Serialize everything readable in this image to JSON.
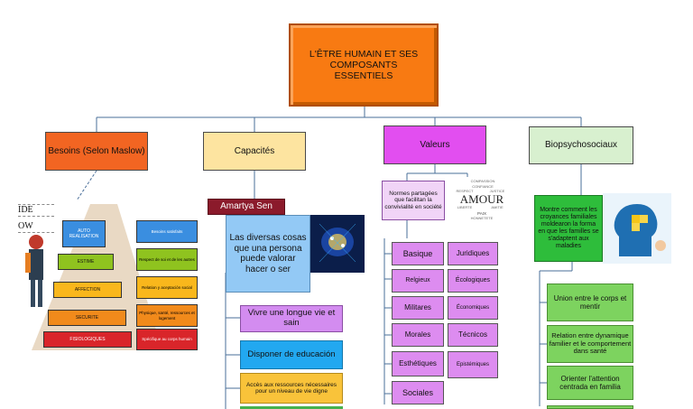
{
  "root": {
    "title": "L'ÊTRE HUMAIN ET SES COMPOSANTS ESSENTIELS",
    "color": "#f87a12"
  },
  "categories": {
    "besoins": {
      "label": "Besoins (Selon Maslow)",
      "color": "#f26522"
    },
    "capacites": {
      "label": "Capacités",
      "color": "#fde4a0"
    },
    "valeurs": {
      "label": "Valeurs",
      "color": "#e24ef0"
    },
    "bio": {
      "label": "Biopsychosociaux",
      "color": "#d8f0cf"
    }
  },
  "maslow": {
    "fragment_1": "IDE",
    "fragment_2": "OW",
    "levels": [
      {
        "name": "AUTO REALISATION",
        "desc": "Besoins satisfaits",
        "color": "#3a8ee0"
      },
      {
        "name": "ESTIME",
        "desc": "Respect de soi et de les autres",
        "color": "#8fc31f"
      },
      {
        "name": "AFFECTION",
        "desc": "Relation y aceptación social",
        "color": "#f9b71c"
      },
      {
        "name": "SECURITE",
        "desc": "Physique, santé, ressources et logement",
        "color": "#f18a1b"
      },
      {
        "name": "FISIOLOGIQUES",
        "desc": "Spécifique au corps humain",
        "color": "#d9252a"
      }
    ]
  },
  "capacites": {
    "header": "Amartya Sen",
    "intro": "Las diversas cosas que una persona puede valorar hacer o ser",
    "items": [
      {
        "text": "Vivre une longue vie et sain",
        "color": "#d38cf0"
      },
      {
        "text": "Disponer de educación",
        "color": "#22a8f0"
      },
      {
        "text": "Accès aux ressources nécessaires pour un niveau de vie digne",
        "color": "#f9c33a"
      }
    ]
  },
  "valeurs": {
    "def": "Normes partagées que facilitan la convivialité en société",
    "cloud_word": "AMOUR",
    "cloud_small": [
      "COMPASSION",
      "CONFIANCE",
      "RESPECT",
      "JUSTICE",
      "LIBERTE",
      "AMITIE",
      "PAIX",
      "HONNETETE"
    ],
    "left": [
      "Basique",
      "Relgieux",
      "Militares",
      "Morales",
      "Esthétiques",
      "Sociales"
    ],
    "right": [
      "Juridiques",
      "Écologiques",
      "Économiques",
      "Técnicos",
      "Epistémiques"
    ]
  },
  "bio": {
    "main": "Montre comment les croyances familiales moldearon la forma en que les familles se s'adaptent aux maladies",
    "items": [
      "Union entre le corps et mentir",
      "Relation entre dynamique familier et le comportement dans santé",
      "Orienter l'attention centrada en familia"
    ]
  }
}
